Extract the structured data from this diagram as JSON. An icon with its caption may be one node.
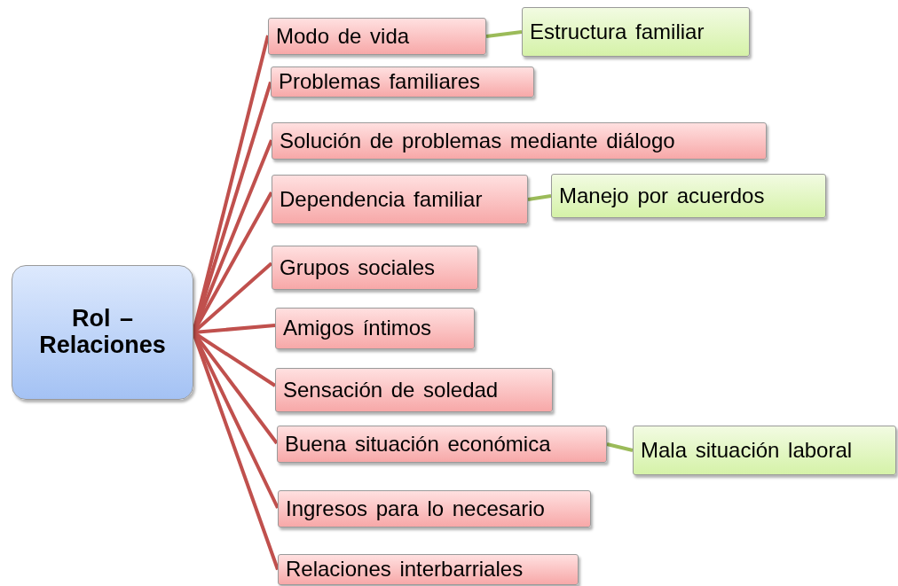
{
  "diagram": {
    "nodes": [
      {
        "text": [
          "Rol – Relaciones"
        ]
      },
      {
        "text": [
          "Modo de vida"
        ]
      },
      {
        "text": [
          "Estructura familiar"
        ]
      },
      {
        "text": [
          "Problemas familiares"
        ]
      },
      {
        "text": [
          "Solución de problemas mediante diálogo"
        ]
      },
      {
        "text": [
          "Dependencia familiar"
        ]
      },
      {
        "text": [
          "Manejo por acuerdos"
        ]
      },
      {
        "text": [
          "Grupos sociales"
        ]
      },
      {
        "text": [
          "Amigos íntimos"
        ]
      },
      {
        "text": [
          "Sensación de soledad"
        ]
      },
      {
        "text": [
          "Buena situación económica"
        ]
      },
      {
        "text": [
          "Mala situación laboral"
        ]
      },
      {
        "text": [
          "Ingresos para lo necesario"
        ]
      },
      {
        "text": [
          "Relaciones interbarriales"
        ]
      }
    ],
    "edges": [
      {
        "from": 0,
        "to": 1,
        "arrow": "none"
      },
      {
        "from": 1,
        "to": 2,
        "arrow": "none",
        "color": "#9bbb59"
      },
      {
        "from": 0,
        "to": 3,
        "arrow": "none"
      },
      {
        "from": 0,
        "to": 4,
        "arrow": "none"
      },
      {
        "from": 0,
        "to": 5,
        "arrow": "none"
      },
      {
        "from": 5,
        "to": 6,
        "arrow": "none",
        "color": "#9bbb59"
      },
      {
        "from": 0,
        "to": 7,
        "arrow": "none"
      },
      {
        "from": 0,
        "to": 8,
        "arrow": "none"
      },
      {
        "from": 0,
        "to": 9,
        "arrow": "none"
      },
      {
        "from": 0,
        "to": 10,
        "arrow": "none"
      },
      {
        "from": 10,
        "to": 11,
        "arrow": "none",
        "color": "#9bbb59"
      },
      {
        "from": 0,
        "to": 12,
        "arrow": "none"
      },
      {
        "from": 0,
        "to": 13,
        "arrow": "none"
      }
    ]
  }
}
